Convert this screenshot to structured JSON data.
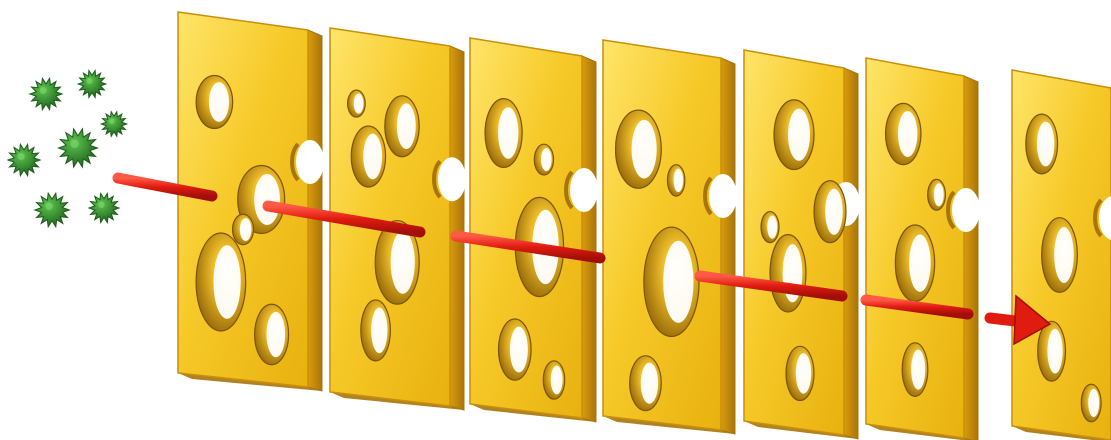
{
  "figure": {
    "subject": "swiss-cheese-model",
    "colors": {
      "cheese_face": "#f3c21e",
      "cheese_face_light": "#ffe56a",
      "cheese_edge": "#c98f0a",
      "cheese_edge_dark": "#a9740a",
      "hole": "#b88108",
      "hole_shadow": "#7e5604",
      "arrow": "#e01b10",
      "arrow_dark": "#a30f08",
      "pathogen": "#2e8b2b",
      "pathogen_dark": "#1d5e1b"
    },
    "counts": {
      "layers": 7,
      "pathogens": 7
    }
  }
}
